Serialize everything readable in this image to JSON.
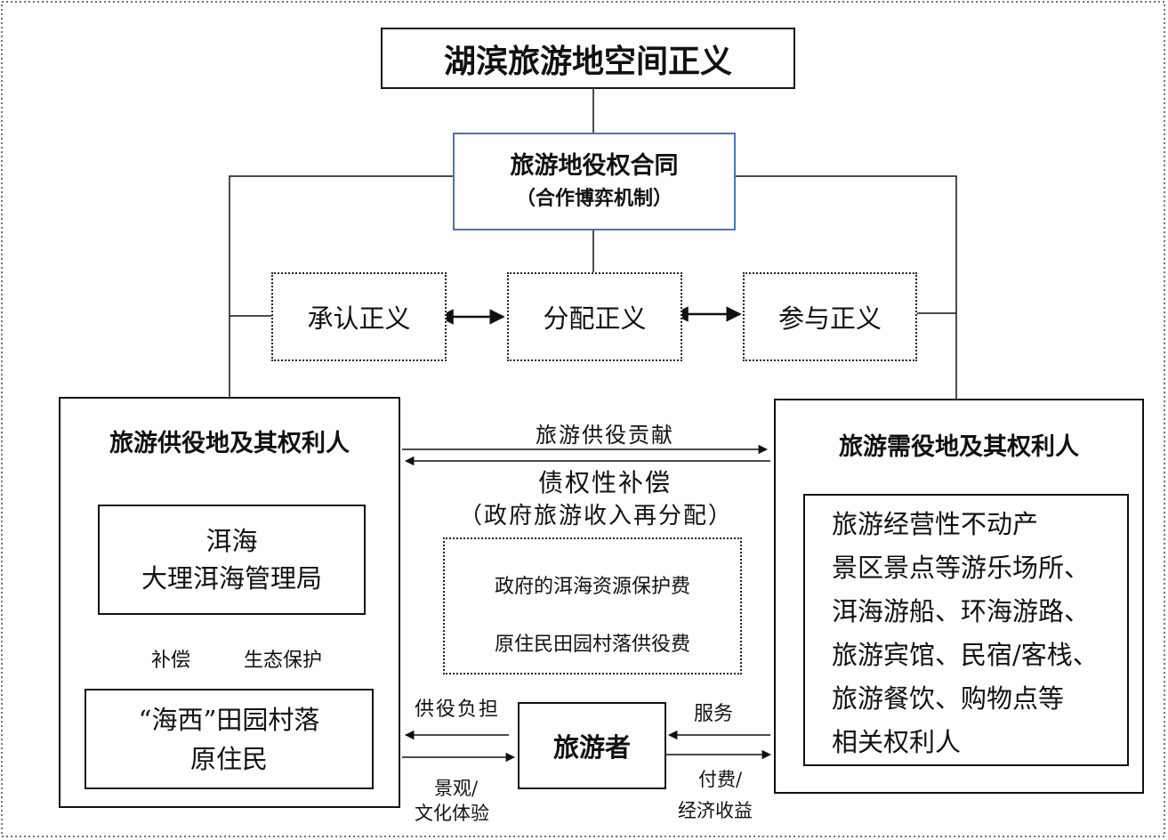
{
  "title": "湖滨旅游地空间正义",
  "contract": {
    "title": "旅游地役权合同",
    "subtitle": "（合作博弈机制）"
  },
  "justice": {
    "recognition": "承认正义",
    "distribution": "分配正义",
    "participation": "参与正义"
  },
  "left_party": {
    "title": "旅游供役地及其权利人",
    "top_box": {
      "line1": "洱海",
      "line2": "大理洱海管理局"
    },
    "bottom_box": {
      "line1": "“海西”田园村落",
      "line2": "原住民"
    },
    "down_label": "补偿",
    "up_label": "生态保护"
  },
  "right_party": {
    "title": "旅游需役地及其权利人",
    "lines": [
      "旅游经营性不动产",
      "景区景点等游乐场所、",
      "洱海游船、环海游路、",
      "旅游宾馆、民宿/客栈、",
      "旅游餐饮、购物点等",
      "相关权利人"
    ]
  },
  "middle": {
    "contribution": "旅游供役贡献",
    "compensation": "债权性补偿",
    "redistribution": "（政府旅游收入再分配）",
    "fee1": "政府的洱海资源保护费",
    "fee2": "原住民田园村落供役费"
  },
  "tourist": {
    "label": "旅游者",
    "burden": "供役负担",
    "experience_line1": "景观/",
    "experience_line2": "文化体验",
    "service": "服务",
    "payment_line1": "付费/",
    "payment_line2": "经济收益"
  }
}
